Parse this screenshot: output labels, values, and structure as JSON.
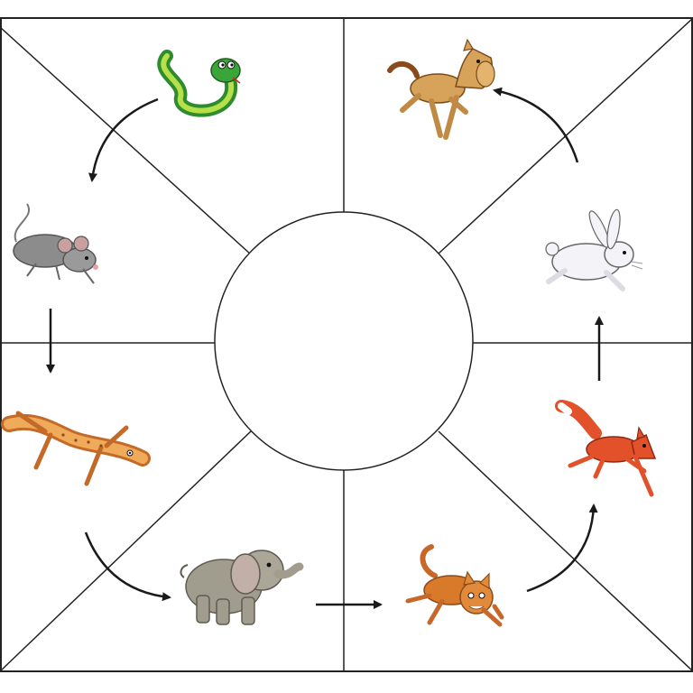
{
  "diagram": {
    "kind": "animal-sequence-worksheet",
    "center": {
      "label": "",
      "shape": "blank-circle"
    },
    "sequence_order": [
      "snake",
      "mouse",
      "lizard",
      "elephant",
      "cat",
      "fox",
      "rabbit",
      "horse"
    ],
    "animals": [
      {
        "id": "snake",
        "icon": "snake-icon",
        "color": "#3aa63a"
      },
      {
        "id": "mouse",
        "icon": "mouse-icon",
        "color": "#8c8c8c"
      },
      {
        "id": "lizard",
        "icon": "lizard-icon",
        "color": "#e39a4a"
      },
      {
        "id": "elephant",
        "icon": "elephant-icon",
        "color": "#a19d8e"
      },
      {
        "id": "cat",
        "icon": "cat-icon",
        "color": "#d97a2b"
      },
      {
        "id": "fox",
        "icon": "fox-icon",
        "color": "#e2512a"
      },
      {
        "id": "rabbit",
        "icon": "rabbit-icon",
        "color": "#f4f4f8"
      },
      {
        "id": "horse",
        "icon": "horse-icon",
        "color": "#d7a25a"
      }
    ],
    "colors": {
      "line": "#222222",
      "arrow": "#1a1a1a",
      "background": "#ffffff"
    }
  }
}
